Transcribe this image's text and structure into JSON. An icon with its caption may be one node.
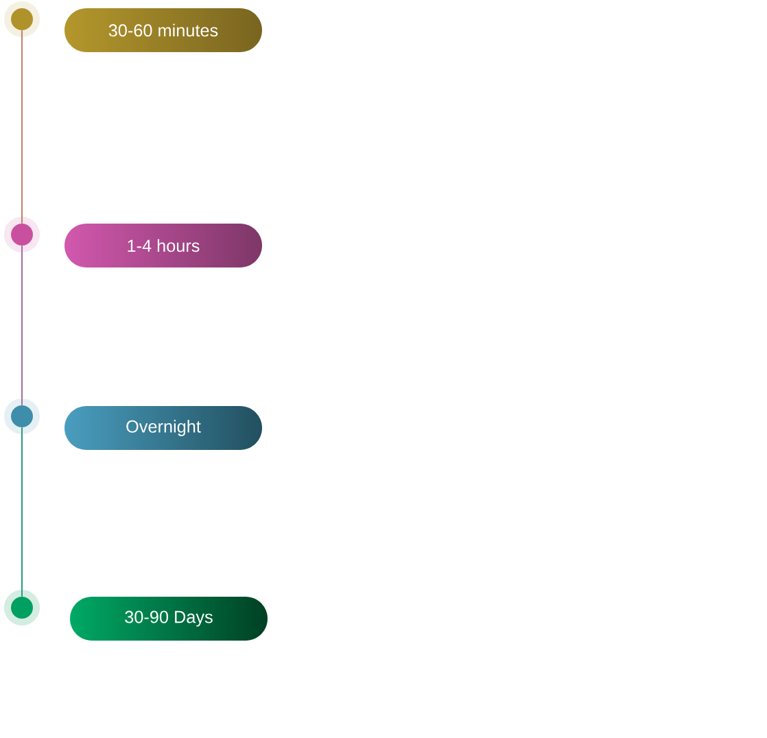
{
  "diagram": {
    "nodes": [
      {
        "text": [],
        "shape": "circle"
      },
      {
        "text": [
          "30-60 minutes"
        ]
      },
      {
        "text": [],
        "shape": "circle"
      },
      {
        "text": [
          "1-4 hours"
        ]
      },
      {
        "text": [],
        "shape": "circle"
      },
      {
        "text": [
          "Overnight"
        ]
      },
      {
        "text": [],
        "shape": "circle"
      },
      {
        "text": [
          "30-90 Days"
        ]
      }
    ],
    "edges": [
      {
        "from": 0,
        "to": 2,
        "arrow": "none",
        "color": "#c07f6a"
      },
      {
        "from": 2,
        "to": 4,
        "arrow": "none",
        "color": "#a86a9e"
      },
      {
        "from": 4,
        "to": 6,
        "arrow": "none",
        "color": "#2a9a80"
      }
    ]
  }
}
